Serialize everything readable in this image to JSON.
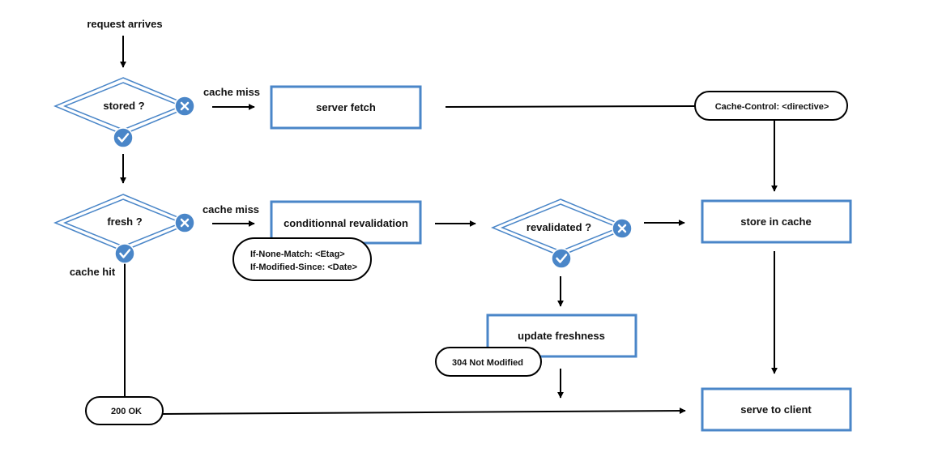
{
  "colors": {
    "accent": "#4a86c8",
    "line": "#000000",
    "background": "#ffffff"
  },
  "labels": {
    "request_arrives": "request arrives",
    "cache_miss_1": "cache miss",
    "cache_miss_2": "cache miss",
    "cache_hit": "cache hit"
  },
  "decisions": {
    "stored": "stored ?",
    "fresh": "fresh ?",
    "revalidated": "revalidated ?"
  },
  "boxes": {
    "server_fetch": "server fetch",
    "conditional_revalidation": "conditionnal revalidation",
    "store_in_cache": "store in cache",
    "update_freshness": "update freshness",
    "serve_to_client": "serve to client"
  },
  "pills": {
    "cache_control": "Cache-Control: <directive>",
    "if_none_match": "If-None-Match: <Etag>",
    "if_modified_since": "If-Modified-Since: <Date>",
    "not_modified": "304 Not Modified",
    "ok_200": "200 OK"
  },
  "icons": {
    "yes": "check-icon",
    "no": "cross-icon"
  }
}
